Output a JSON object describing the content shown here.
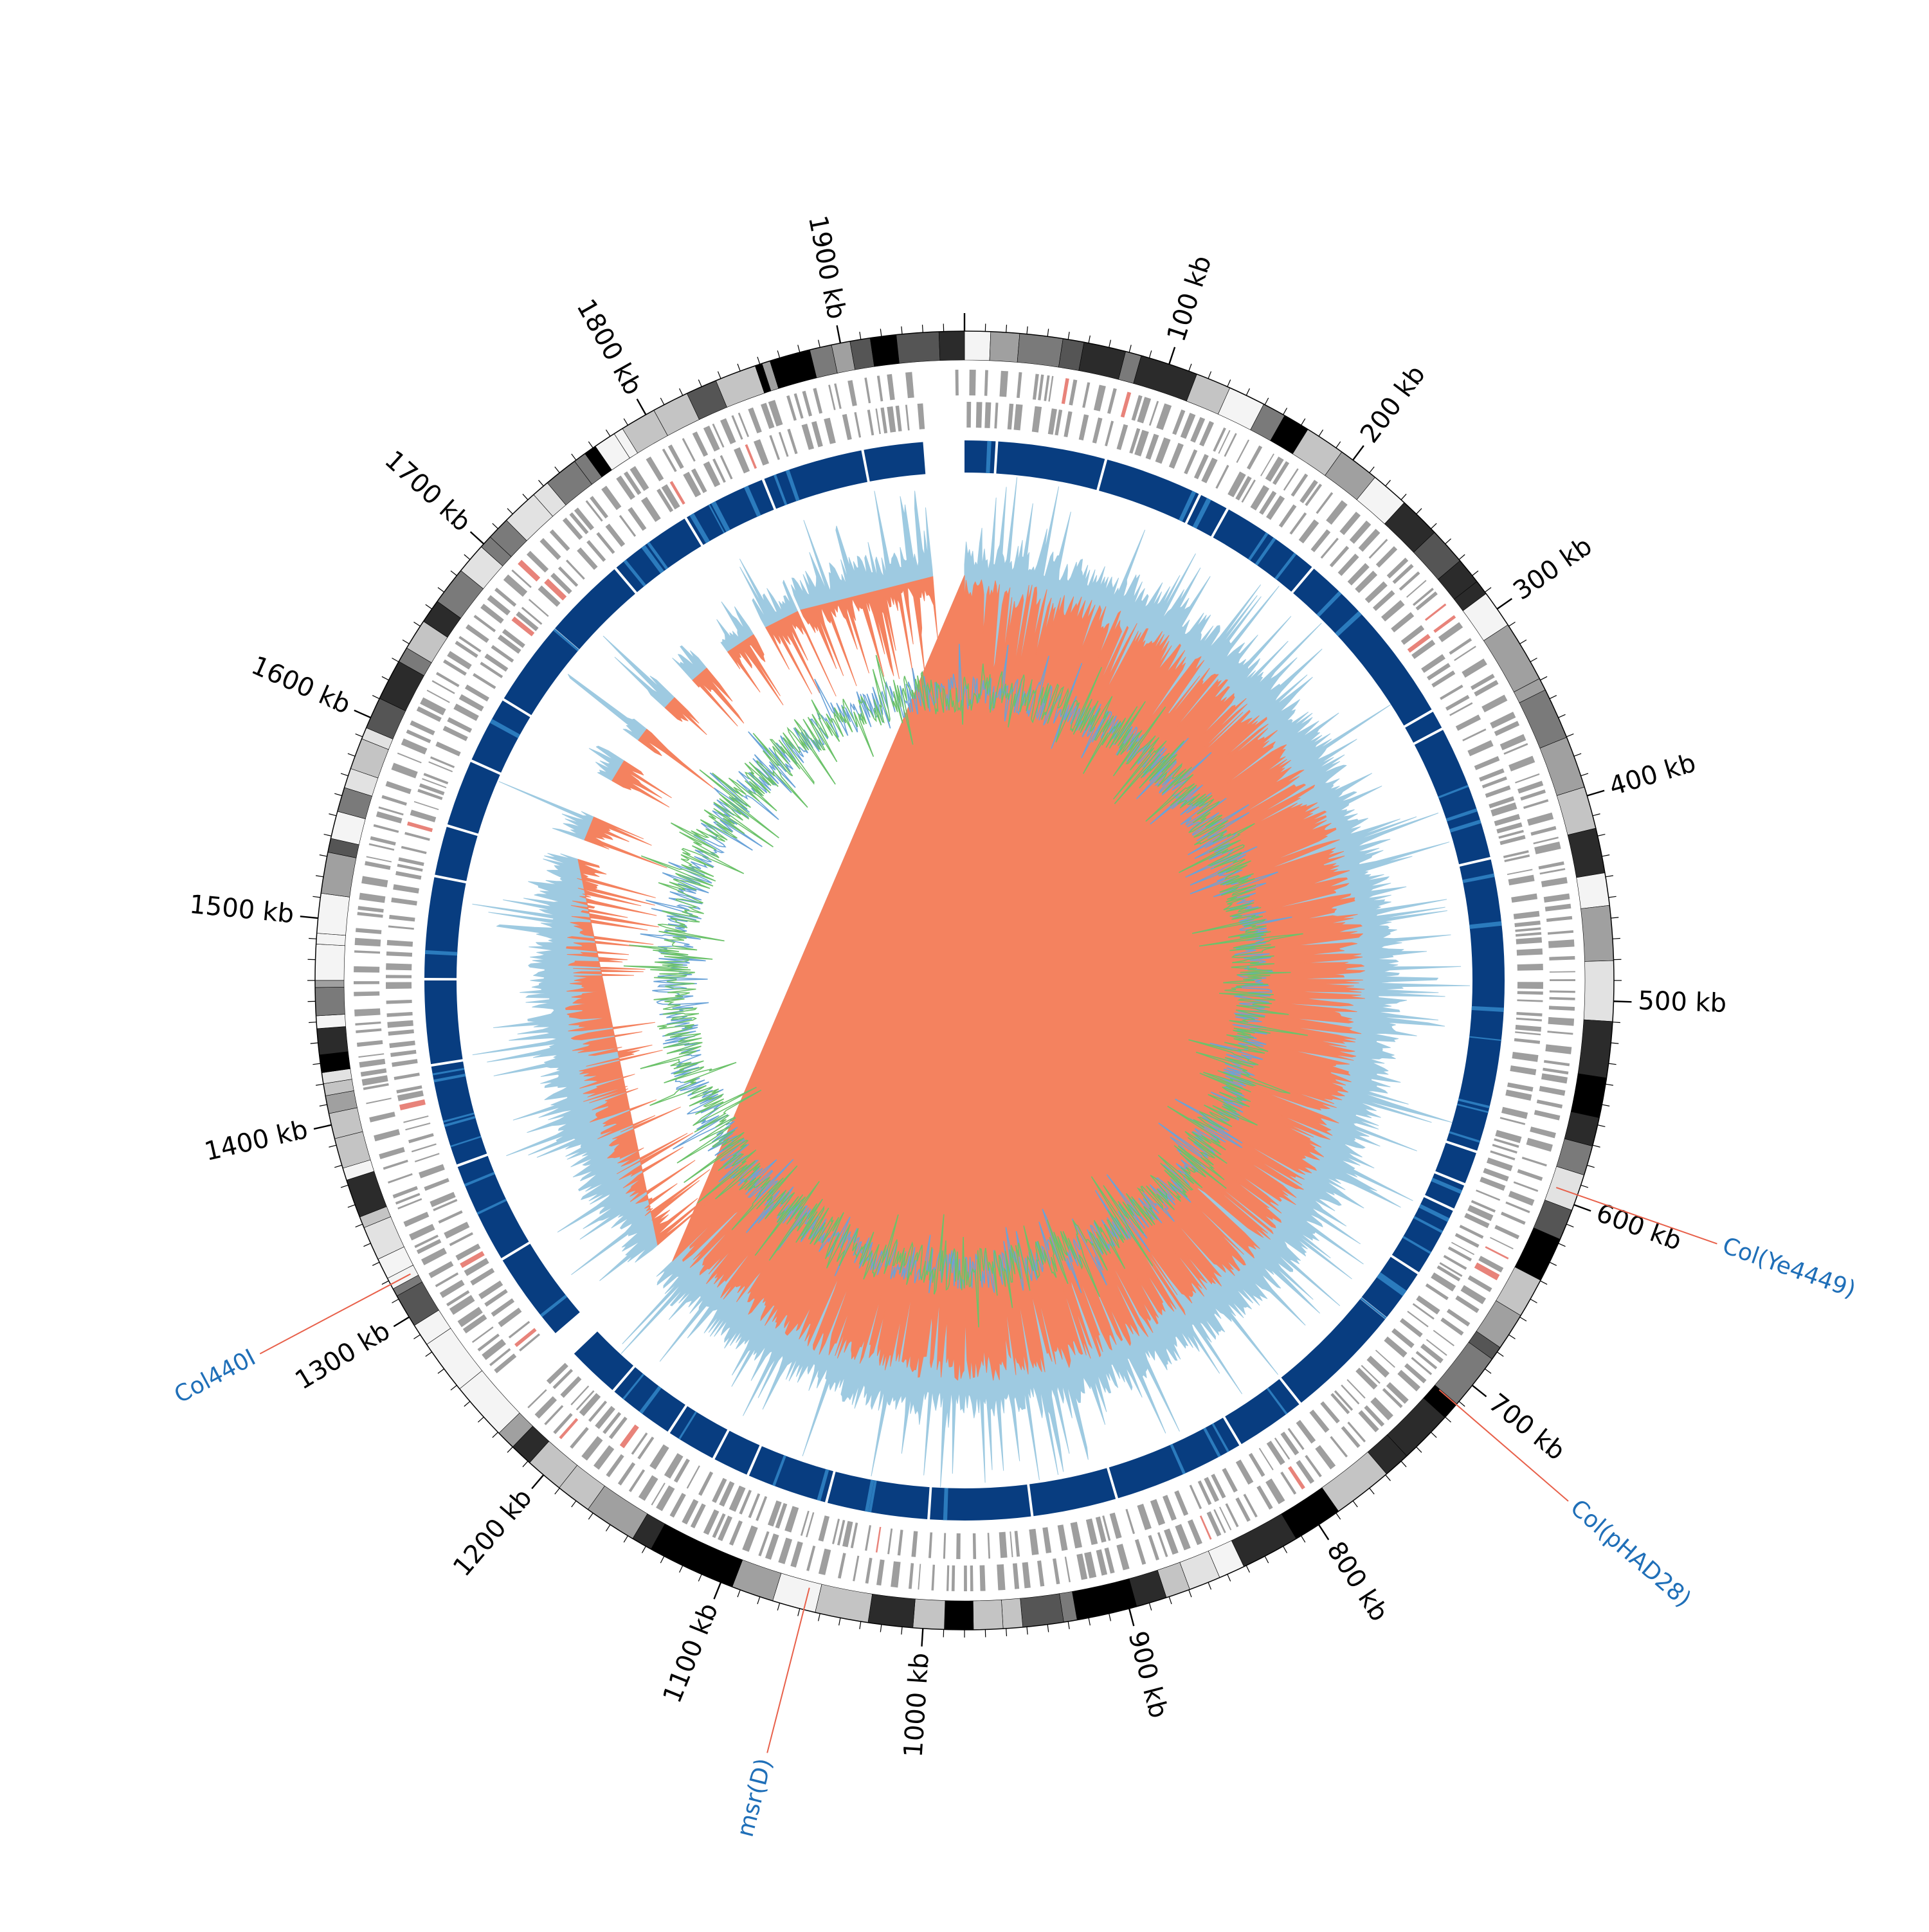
{
  "genome": {
    "length_kb": 1960,
    "ticks": [
      {
        "kb": 100,
        "label": "100 kb"
      },
      {
        "kb": 200,
        "label": "200 kb"
      },
      {
        "kb": 300,
        "label": "300 kb"
      },
      {
        "kb": 400,
        "label": "400 kb"
      },
      {
        "kb": 500,
        "label": "500 kb"
      },
      {
        "kb": 600,
        "label": "600 kb"
      },
      {
        "kb": 700,
        "label": "700 kb"
      },
      {
        "kb": 800,
        "label": "800 kb"
      },
      {
        "kb": 900,
        "label": "900 kb"
      },
      {
        "kb": 1000,
        "label": "1000 kb"
      },
      {
        "kb": 1100,
        "label": "1100 kb"
      },
      {
        "kb": 1200,
        "label": "1200 kb"
      },
      {
        "kb": 1300,
        "label": "1300 kb"
      },
      {
        "kb": 1400,
        "label": "1400 kb"
      },
      {
        "kb": 1500,
        "label": "1500 kb"
      },
      {
        "kb": 1600,
        "label": "1600 kb"
      },
      {
        "kb": 1700,
        "label": "1700 kb"
      },
      {
        "kb": 1800,
        "label": "1800 kb"
      },
      {
        "kb": 1900,
        "label": "1900 kb"
      }
    ]
  },
  "annotations": [
    {
      "kb": 595,
      "label": "Col(Ye4449)"
    },
    {
      "kb": 712,
      "label": "Col(pHAD28)"
    },
    {
      "kb": 1058,
      "label": "msr(D)"
    },
    {
      "kb": 1318,
      "label": "Col440I"
    }
  ],
  "colors": {
    "contig_dark": "#000000",
    "contig_light": "#e8e8e8",
    "gene": "#9e9e9e",
    "gene_highlight": "#e8837a",
    "coverage_ring": "#083d80",
    "coverage_ring_light": "#2b7bbd",
    "skew_positive": "#9ecae1",
    "skew_negative": "#f4825f",
    "gc_blue": "#6aa3d8",
    "gc_green": "#6cc26a",
    "annotation_label": "#1f6fb8",
    "annotation_line": "#e8604a"
  },
  "gaps_kb": [
    {
      "start": 1232,
      "end": 1248
    },
    {
      "start": 1936,
      "end": 1960
    }
  ]
}
